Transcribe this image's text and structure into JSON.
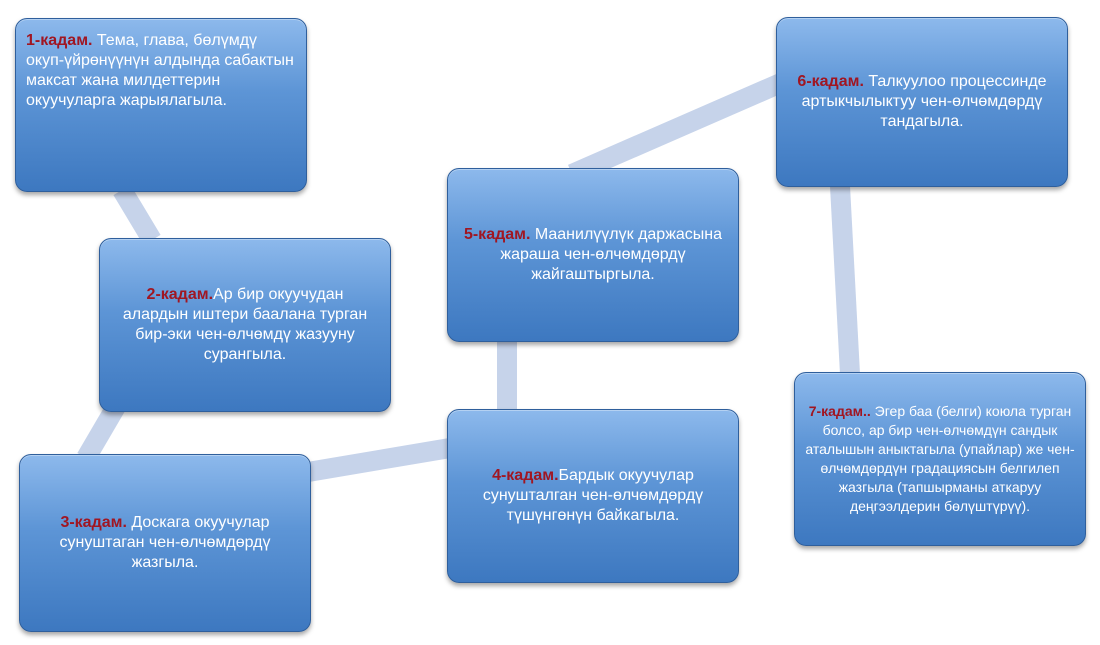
{
  "steps": [
    {
      "id": "step1",
      "label": "1-кадам.",
      "text": " Тема, глава, бөлүмдү окуп-үйрөнүүнүн алдында сабактын максат жана милдеттерин окуучуларга жарыялагыла."
    },
    {
      "id": "step2",
      "label": "2-кадам.",
      "text": "Ар бир окуучудан алардын иштери баалана турган бир-эки чен-өлчөмдү жазууну сурангыла."
    },
    {
      "id": "step3",
      "label": "3-кадам.",
      "text": " Доскага окуучулар сунуштаган чен-өлчөмдөрдү жазгыла."
    },
    {
      "id": "step4",
      "label": "4-кадам.",
      "text": "Бардык окуучулар сунушталган чен-өлчөмдөрдү түшүнгөнүн байкагыла."
    },
    {
      "id": "step5",
      "label": "5-кадам.",
      "text": " Маанилүүлүк даржасына жараша чен-өлчөмдөрдү жайгаштыргыла."
    },
    {
      "id": "step6",
      "label": "6-кадам.",
      "text": " Талкуулоо процессинде артыкчылыктуу чен-өлчөмдөрдү тандагыла."
    },
    {
      "id": "step7",
      "label": "7-кадам..",
      "text": " Эгер баа (белги) коюла турган болсо, ар бир чен-өлчөмдүн сандык аталышын аныктагыла (упайлар) же чен-өлчөмдөрдүн градациясын белгилеп жазгыла (тапшырманы аткаруу деңгээлдерин бөлүштүрүү)."
    }
  ],
  "colors": {
    "label": "#a01622",
    "box_top": "#8db9ec",
    "box_bottom": "#3d78c0",
    "connector": "#c6d3ea"
  }
}
